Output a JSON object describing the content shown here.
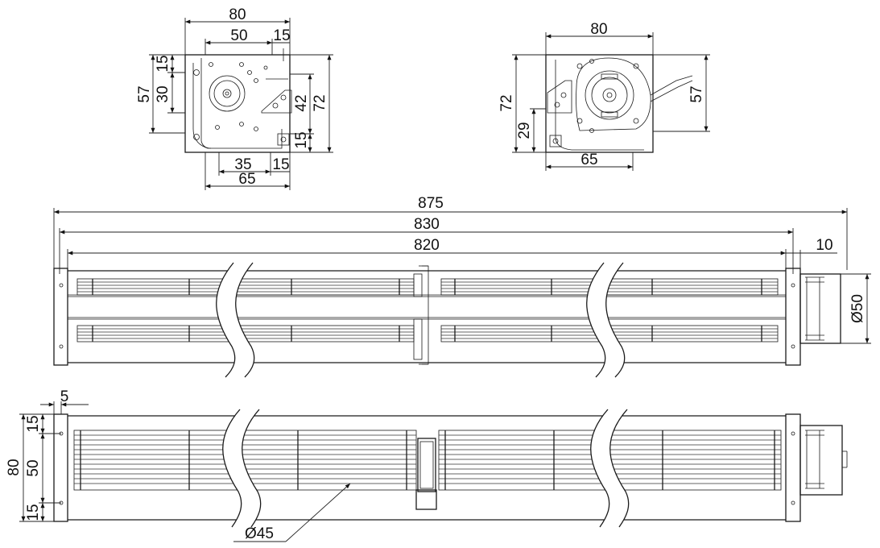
{
  "dimensions": {
    "end_view_left": {
      "width_total": "80",
      "width_50": "50",
      "width_15_top": "15",
      "height_15_top": "15",
      "height_57": "57",
      "height_30": "30",
      "height_42": "42",
      "height_72": "72",
      "height_15_bottom": "15",
      "width_35": "35",
      "width_15_bottom": "15",
      "width_65": "65"
    },
    "end_view_right": {
      "width_total": "80",
      "height_72": "72",
      "height_57": "57",
      "height_29": "29",
      "width_65": "65"
    },
    "top_view": {
      "length_875": "875",
      "length_830": "830",
      "length_820": "820",
      "offset_10": "10",
      "motor_diameter": "Ø50"
    },
    "front_view": {
      "offset_5": "5",
      "height_80": "80",
      "height_15_top": "15",
      "height_50": "50",
      "height_15_bottom": "15",
      "impeller_diameter": "Ø45"
    }
  }
}
